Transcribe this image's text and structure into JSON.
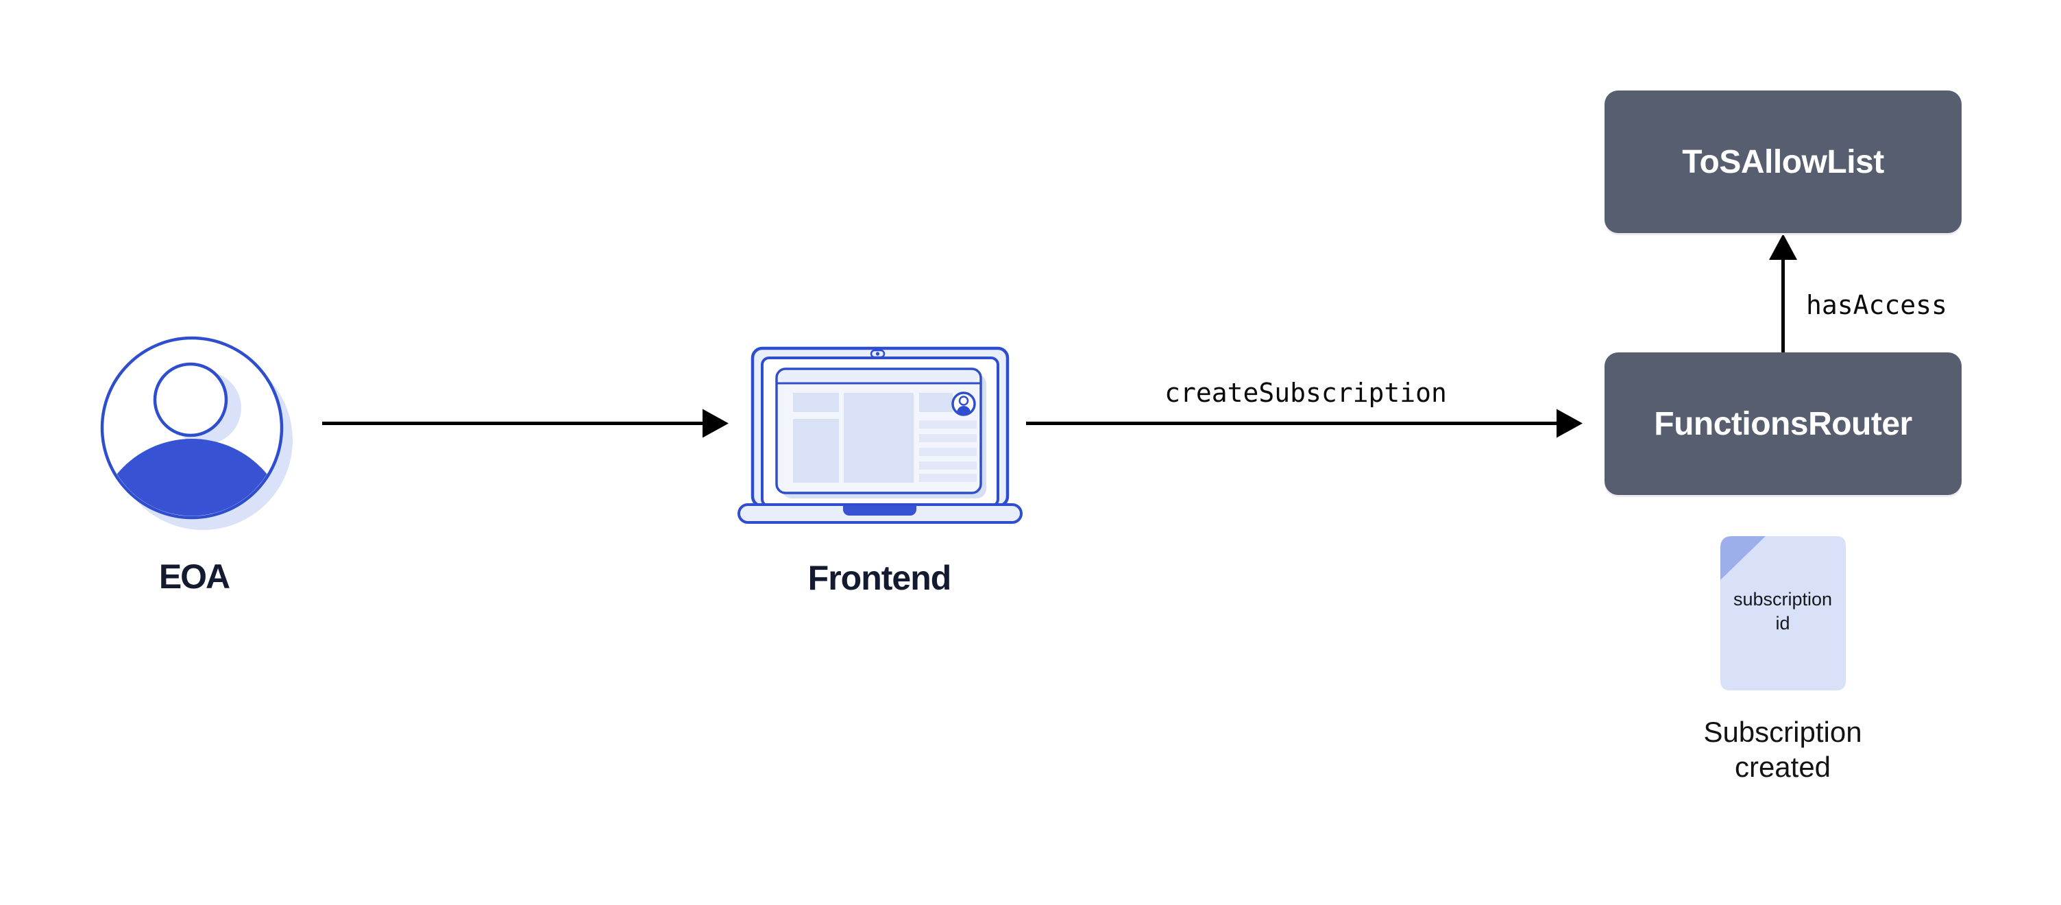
{
  "diagram": {
    "nodes": {
      "eoa": {
        "label": "EOA"
      },
      "frontend": {
        "label": "Frontend"
      },
      "tos_allow_list": {
        "label": "ToSAllowList"
      },
      "functions_router": {
        "label": "FunctionsRouter"
      },
      "subscription_doc": {
        "doc_line1": "subscription",
        "doc_line2": "id",
        "caption_line1": "Subscription",
        "caption_line2": "created"
      }
    },
    "edges": {
      "frontend_to_router_label": "createSubscription",
      "router_to_allowlist_label": "hasAccess"
    },
    "colors": {
      "contract_box": "#565e70",
      "contract_text": "#ffffff",
      "accent_blue_stroke": "#2e4ecd",
      "accent_blue_fill": "#3752d2",
      "light_lavender": "#d9e1f8",
      "pale_lavender": "#e9eefb",
      "doc_fold": "#9dafea",
      "label_navy": "#141a2f",
      "arrow_black": "#000000",
      "background": "#ffffff"
    }
  }
}
